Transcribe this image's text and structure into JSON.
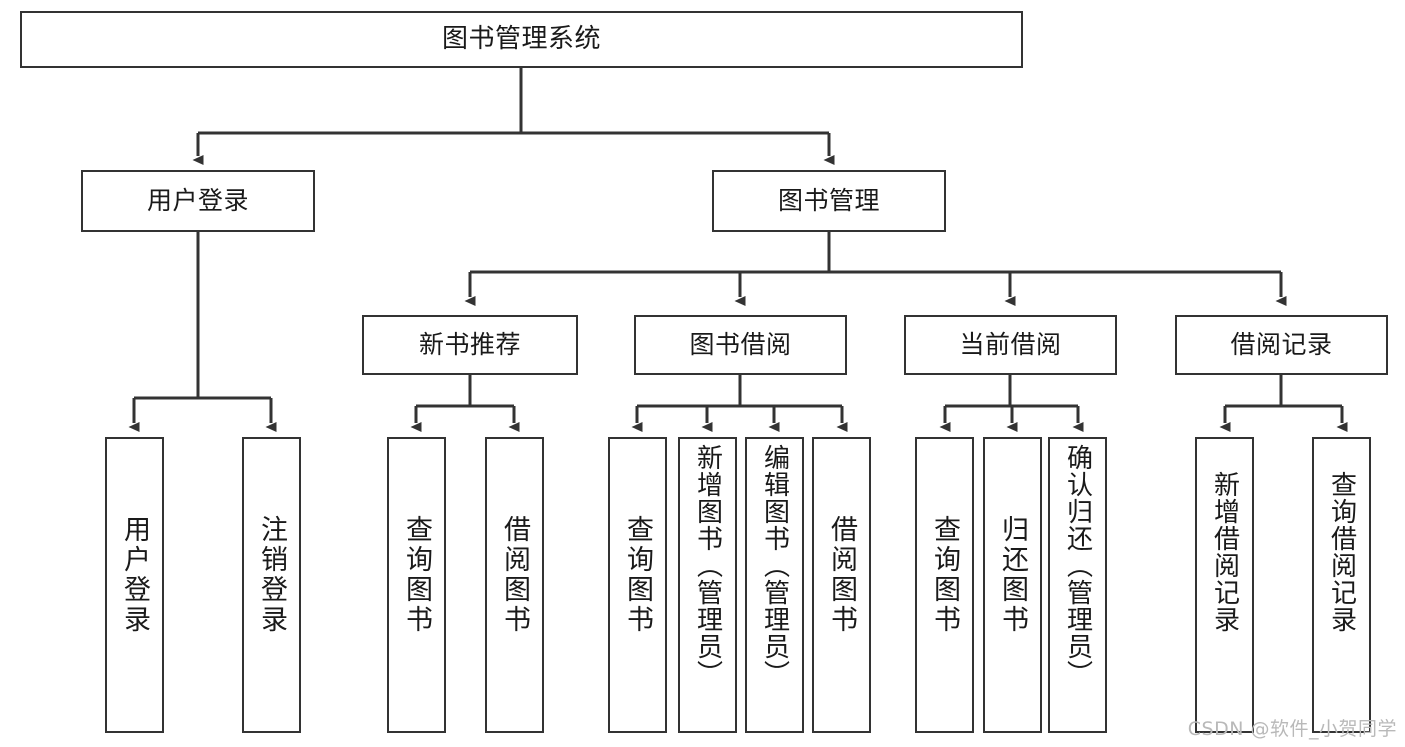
{
  "diagram": {
    "title": "图书管理系统",
    "type": "tree-hierarchy-chart",
    "root": {
      "label": "图书管理系统"
    },
    "level2": [
      {
        "id": "user-login",
        "label": "用户登录"
      },
      {
        "id": "book-management",
        "label": "图书管理"
      }
    ],
    "level3": [
      {
        "id": "new-book-recommend",
        "label": "新书推荐"
      },
      {
        "id": "book-borrow",
        "label": "图书借阅"
      },
      {
        "id": "current-borrow",
        "label": "当前借阅"
      },
      {
        "id": "borrow-record",
        "label": "借阅记录"
      }
    ],
    "leaves": [
      {
        "id": "leaf-user-login",
        "label": "用户登录"
      },
      {
        "id": "leaf-logout-login",
        "label": "注销登录"
      },
      {
        "id": "leaf-query-book-1",
        "label": "查询图书"
      },
      {
        "id": "leaf-borrow-book-1",
        "label": "借阅图书"
      },
      {
        "id": "leaf-query-book-2",
        "label": "查询图书"
      },
      {
        "id": "leaf-add-book-admin",
        "label": "新增图书（管理员）"
      },
      {
        "id": "leaf-edit-book-admin",
        "label": "编辑图书（管理员）"
      },
      {
        "id": "leaf-borrow-book-2",
        "label": "借阅图书"
      },
      {
        "id": "leaf-query-book-3",
        "label": "查询图书"
      },
      {
        "id": "leaf-return-book",
        "label": "归还图书"
      },
      {
        "id": "leaf-confirm-return-admin",
        "label": "确认归还（管理员）"
      },
      {
        "id": "leaf-add-borrow-record",
        "label": "新增借阅记录"
      },
      {
        "id": "leaf-query-borrow-record",
        "label": "查询借阅记录"
      }
    ]
  },
  "watermark": {
    "text": "CSDN @软件_小贺同学"
  },
  "colors": {
    "stroke": "#333333",
    "text": "#1a1a1a",
    "background": "#ffffff",
    "watermark": "#b9b9b9"
  }
}
